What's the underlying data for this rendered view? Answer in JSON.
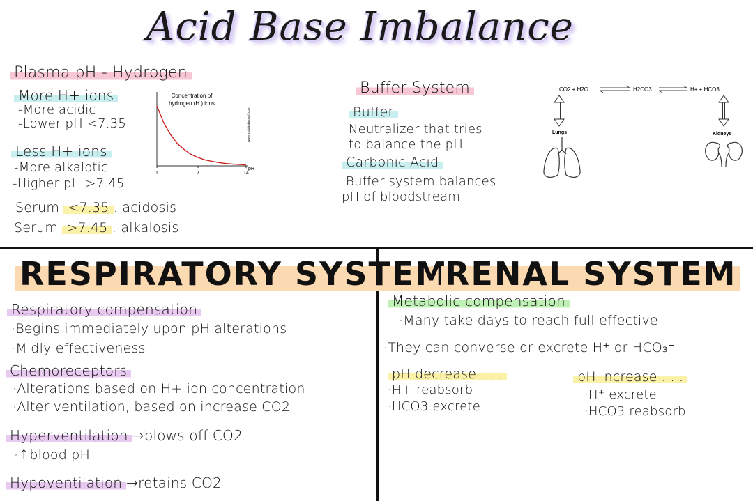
{
  "title": "Acid Base Imbalance",
  "plasma": {
    "heading": "Plasma pH - Hydrogen",
    "more_h": "More H+ ions",
    "more_acidic": "-More acidic",
    "lower_ph": "-Lower pH <7.35",
    "less_h": "Less H+ ions",
    "more_alkalotic": "-More alkalotic",
    "higher_ph": "-Higher pH >7.45",
    "serum_low_prefix": "Serum ",
    "serum_low_value": "<7.35",
    "serum_low_suffix": ": acidosis",
    "serum_high_prefix": "Serum ",
    "serum_high_value": ">7.45",
    "serum_high_suffix": ": alkalosis"
  },
  "chart_data": {
    "type": "line",
    "title": "Concentration of hydrogen (H ) ions",
    "xlabel": "pH",
    "ylabel": "",
    "x_ticks": [
      "1",
      "7",
      "14"
    ],
    "xlim": [
      1,
      14
    ],
    "series": [
      {
        "x": [
          1,
          2,
          3,
          4,
          5,
          6,
          7,
          8,
          9,
          10,
          11,
          12,
          13,
          14
        ],
        "values": [
          1.0,
          0.72,
          0.52,
          0.37,
          0.27,
          0.19,
          0.14,
          0.1,
          0.075,
          0.055,
          0.04,
          0.03,
          0.022,
          0.018
        ]
      }
    ],
    "watermark": "www.explainthatstuff.com",
    "line_color": "#cc2222"
  },
  "buffer": {
    "heading": "Buffer System",
    "buffer_label": "Buffer",
    "buffer_desc_1": "Neutralizer that tries",
    "buffer_desc_2": "to balance the pH",
    "carbonic_label": "Carbonic Acid",
    "carbonic_desc_1": "Buffer system balances",
    "carbonic_desc_2": "pH of bloodstream"
  },
  "diagram": {
    "eq_left": "CO2 + H2O",
    "eq_mid": "H2CO3",
    "eq_right": "H+ + HCO3",
    "lungs_label": "Lungs",
    "kidneys_label": "Kidneys"
  },
  "respiratory": {
    "heading": "RESPIRATORY SYSTEM",
    "comp_label": "Respiratory compensation",
    "comp_1": "·Begins immediately upon pH alterations",
    "comp_2": "·Midly effectiveness",
    "chemo_label": "Chemoreceptors",
    "chemo_1": "·Alterations based on H+ ion concentration",
    "chemo_2": "·Alter ventilation, based on increase CO2",
    "hyper_label": "Hyperventilation",
    "hyper_desc": "→blows off CO2",
    "hyper_1": "·↑blood pH",
    "hypo_label": "Hypoventilation",
    "hypo_desc": "→retains CO2"
  },
  "renal": {
    "heading": "RENAL SYSTEM",
    "metabolic_label": "Metabolic compensation",
    "metabolic_1": "·Many take days to reach full effective",
    "metabolic_2": "·They can converse or excrete H⁺ or HCO₃⁻",
    "decrease_label": "pH decrease . . .",
    "decrease_1": "·H+ reabsorb",
    "decrease_2": "·HCO3 excrete",
    "increase_label": "pH increase . . .",
    "increase_1": "·H⁺ excrete",
    "increase_2": "·HCO3 reabsorb"
  }
}
